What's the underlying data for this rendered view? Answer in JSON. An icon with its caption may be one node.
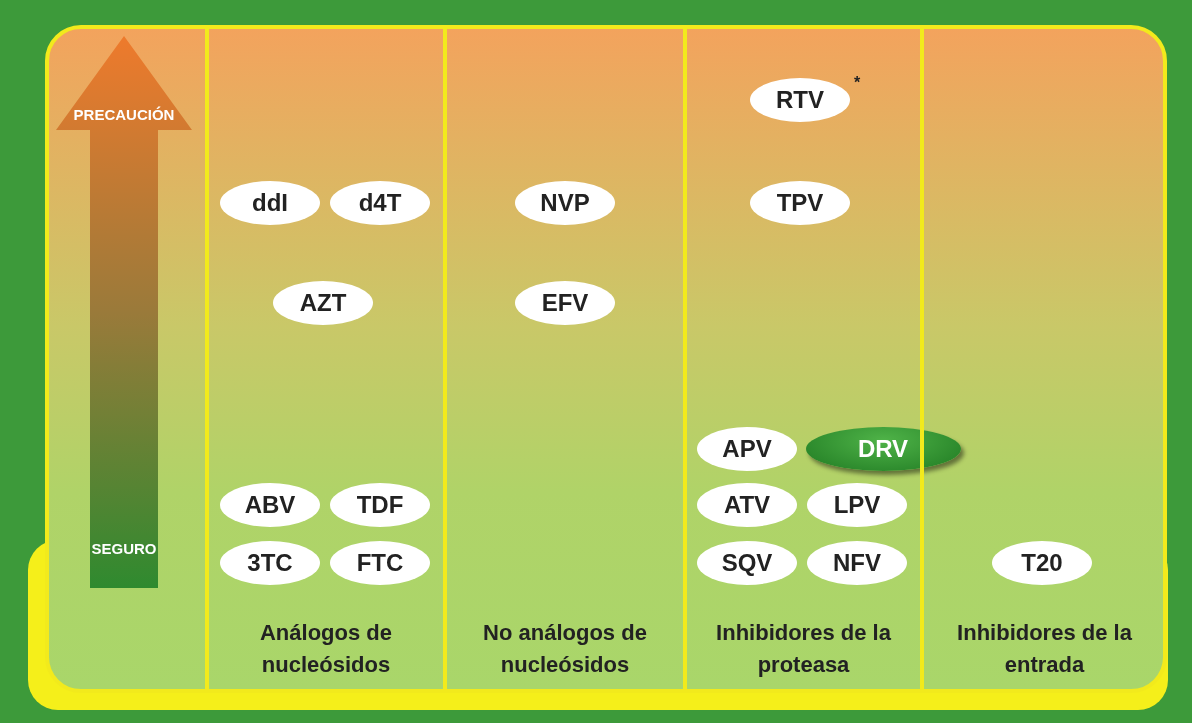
{
  "diagram": {
    "nodes": [
      {
        "text": [
          "Análogos de nucleósidos"
        ]
      },
      {
        "text": [
          "ddI"
        ],
        "in": 0
      },
      {
        "text": [
          "d4T"
        ],
        "in": 0
      },
      {
        "text": [
          "AZT"
        ],
        "in": 0
      },
      {
        "text": [
          "ABV"
        ],
        "in": 0
      },
      {
        "text": [
          "TDF"
        ],
        "in": 0
      },
      {
        "text": [
          "3TC"
        ],
        "in": 0
      },
      {
        "text": [
          "FTC"
        ],
        "in": 0
      },
      {
        "text": [
          "No análogos de nucleósidos"
        ]
      },
      {
        "text": [
          "NVP"
        ],
        "in": 8
      },
      {
        "text": [
          "EFV"
        ],
        "in": 8
      },
      {
        "text": [
          "Inhibidores de la proteasa"
        ]
      },
      {
        "text": [
          "RTV"
        ],
        "in": 11,
        "beside": [
          "*"
        ]
      },
      {
        "text": [
          "TPV"
        ],
        "in": 11
      },
      {
        "text": [
          "APV"
        ],
        "in": 11
      },
      {
        "text": [
          "DRV"
        ],
        "in": 11
      },
      {
        "text": [
          "ATV"
        ],
        "in": 11
      },
      {
        "text": [
          "LPV"
        ],
        "in": 11
      },
      {
        "text": [
          "SQV"
        ],
        "in": 11
      },
      {
        "text": [
          "NFV"
        ],
        "in": 11
      },
      {
        "text": [
          "Inhibidores de la entrada"
        ]
      },
      {
        "text": [
          "T20"
        ],
        "in": 20
      }
    ],
    "edges": [],
    "labels": [
      "PRECAUCIÓN",
      "SEGURO"
    ]
  }
}
